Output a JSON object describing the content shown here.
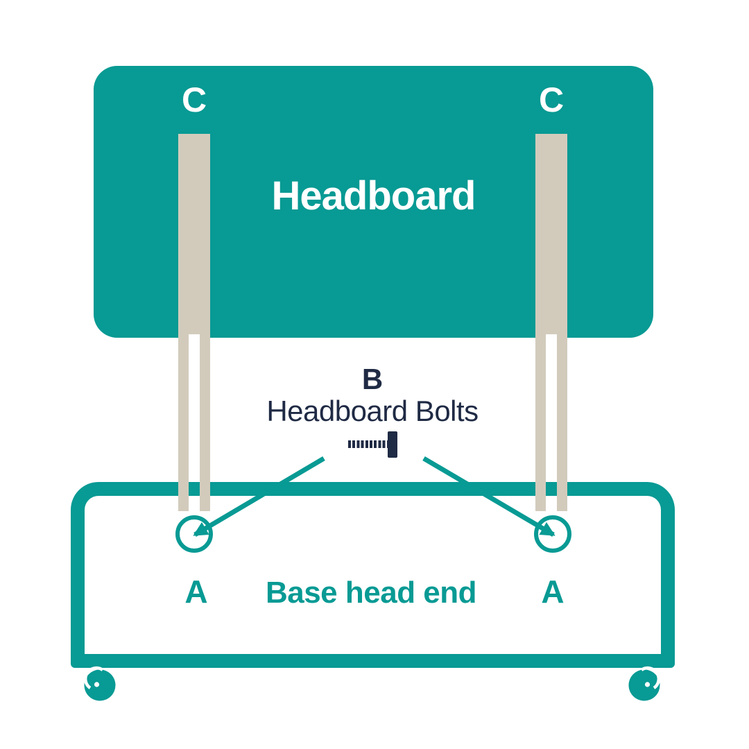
{
  "diagram": {
    "headboard_label": "Headboard",
    "base_label": "Base head end",
    "parts": {
      "strut_left": "C",
      "strut_right": "C",
      "bolt_letter": "B",
      "bolt_caption": "Headboard Bolts",
      "hole_left": "A",
      "hole_right": "A"
    },
    "colors": {
      "teal": "#089a94",
      "strut_beige": "#d2cbbc",
      "bolt_navy": "#1f2a44",
      "background": "#ffffff"
    },
    "icons": {
      "bolt": "bolt-icon",
      "caster": "caster-wheel-icon",
      "pointer": "arrow-pointer-icon",
      "hole_marker": "hole-circle-icon"
    }
  }
}
